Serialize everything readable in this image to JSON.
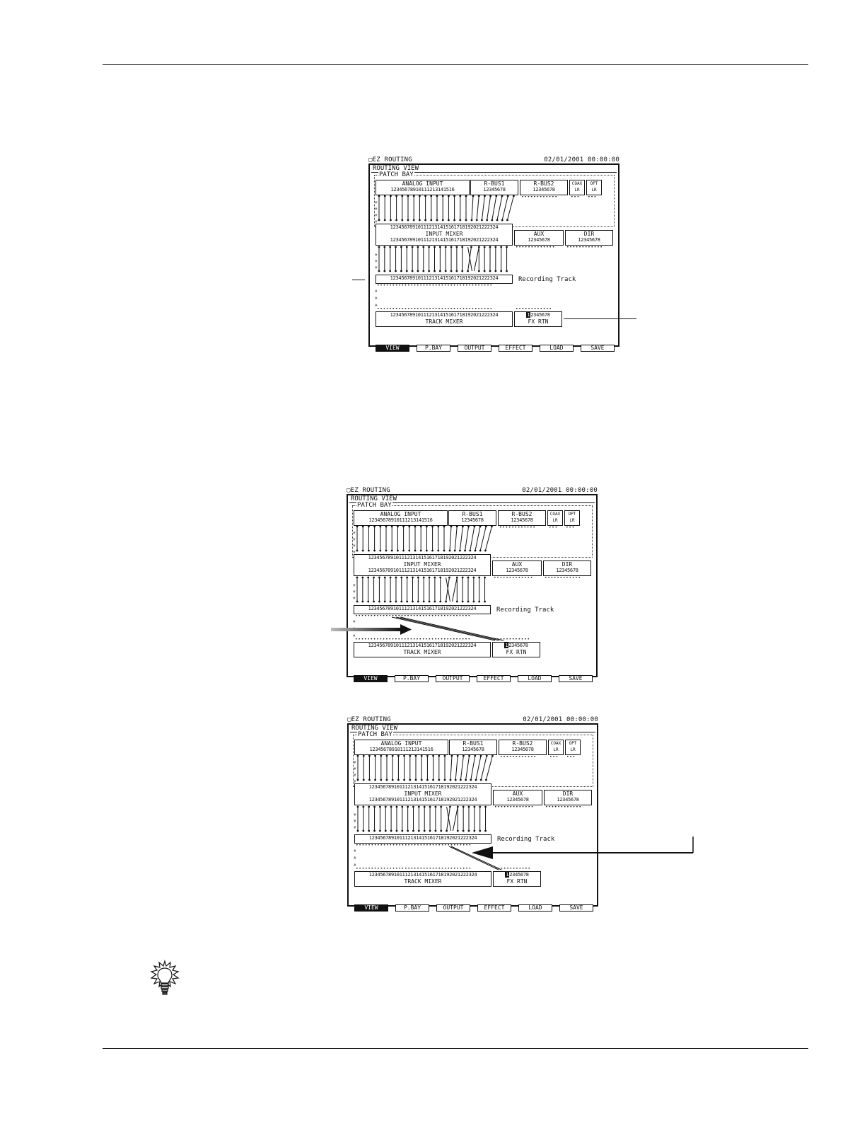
{
  "screens": [
    {
      "title": "EZ ROUTING",
      "datetime": "02/01/2001 00:00:00",
      "subtitle": "ROUTING VIEW",
      "patch_bay": "PATCH BAY",
      "analog_input": "ANALOG INPUT",
      "analog_nums": "12345678910111213141516",
      "rbus1": "R-BUS1",
      "rbus2": "R-BUS2",
      "rbus_nums": "12345678",
      "coax": "COAX",
      "opt": "OPT",
      "lr": "LR",
      "input_mixer": "INPUT MIXER",
      "mixer_nums": "123456789101112131415161718192021222324",
      "aux": "AUX",
      "dir": "DIR",
      "aux_nums": "12345678",
      "recording_track": "Recording Track",
      "track_mixer": "TRACK MIXER",
      "fx_rtn": "FX RTN",
      "fx_first": "1",
      "fx_nums": "2345678",
      "tabs": [
        "VIEW",
        "P.BAY",
        "OUTPUT",
        "EFFECT",
        "LOAD",
        "SAVE"
      ]
    }
  ]
}
